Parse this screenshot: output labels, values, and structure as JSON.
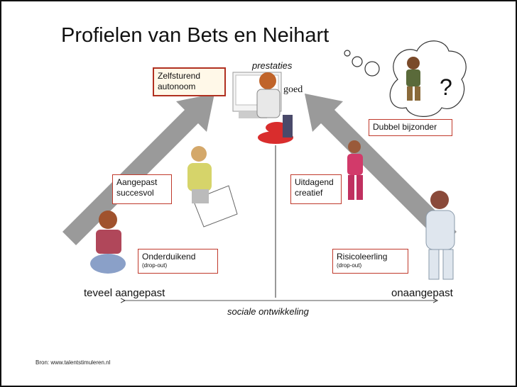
{
  "title": "Profielen van Bets en Neihart",
  "axis_top_label": "prestaties",
  "axis_bottom_label": "sociale ontwikkeling",
  "axis_left_label": "teveel aangepast",
  "axis_right_label": "onaangepast",
  "screen_label": "goed",
  "thought_symbol": "?",
  "profiles": {
    "zelfsturend": {
      "line1": "Zelfsturend",
      "line2": "autonoom"
    },
    "dubbel": {
      "line1": "Dubbel bijzonder"
    },
    "aangepast": {
      "line1": "Aangepast",
      "line2": "succesvol"
    },
    "uitdagend": {
      "line1": "Uitdagend",
      "line2": "creatief"
    },
    "onderduikend": {
      "line1": "Onderduikend",
      "note": "(drop-out)"
    },
    "risico": {
      "line1": "Risicoleerling",
      "note": "(drop-out)"
    }
  },
  "source": "Bron: www.talentstimuleren.nl",
  "colors": {
    "border": "#c0392b",
    "arrow": "#9a9a9a",
    "highlight_border": "#b03020"
  }
}
